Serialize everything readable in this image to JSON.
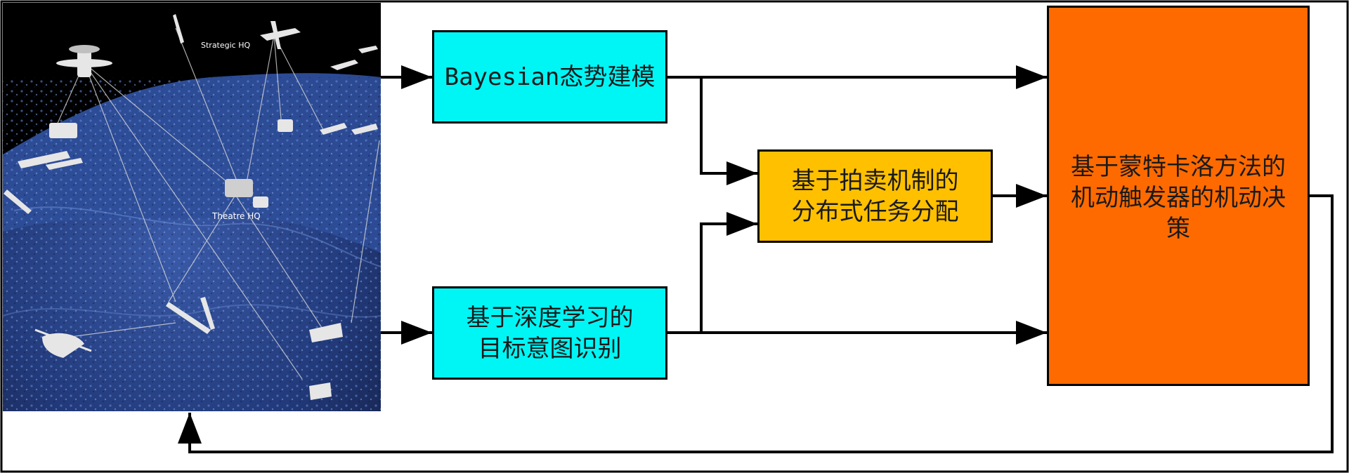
{
  "boxes": {
    "bayes": {
      "text": "Bayesian态势建模",
      "fill": "#00f5f5"
    },
    "intent": {
      "line1": "基于深度学习的",
      "line2": "目标意图识别",
      "fill": "#00f5f5"
    },
    "auction": {
      "line1": "基于拍卖机制的",
      "line2": "分布式任务分配",
      "fill": "#ffc000"
    },
    "decision": {
      "text": "基于蒙特卡洛方法的机动触发器的机动决策",
      "fill": "#ff6a00"
    }
  },
  "image": {
    "labels": {
      "strategic": "Strategic HQ",
      "theatre": "Theatre HQ"
    }
  },
  "colors": {
    "line": "#000000",
    "sea": "#2a3f7a",
    "sky": "#000000"
  }
}
